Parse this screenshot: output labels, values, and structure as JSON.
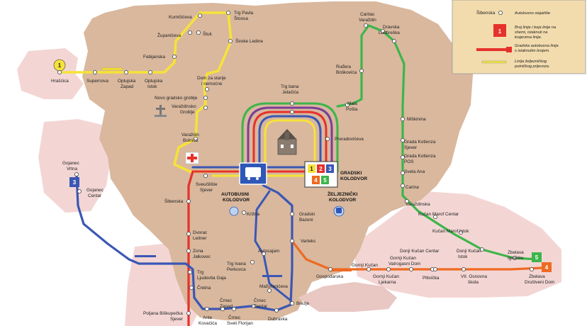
{
  "colors": {
    "background": "#ffffff",
    "urban": "#d9b89e",
    "zone": "#f3d6d4",
    "legend_bg": "#f2dcae",
    "yellow": "#f6e23a",
    "green": "#3db54a",
    "red": "#e6312b",
    "blue": "#3b57b4",
    "orange": "#ee6a22",
    "purple": "#7b3d97",
    "bus_blue": "#2e57b8"
  },
  "legend": {
    "stop_label": "Šibenska",
    "stop_desc": "Autobusno stajalište",
    "line_number": "1",
    "line_desc": "Broj linije i boja linije na shemi, istaknuti na krajevima linije.",
    "route_desc": "Gradska autobusna linija s istaknutim brojem.",
    "rail_desc": "Linija željezničkog putničkog prijevoza."
  },
  "terminus_badges": {
    "yellow": "1",
    "blue": "3",
    "green": "5",
    "orange": "4"
  },
  "hub_badges": [
    "1",
    "2",
    "3",
    "4",
    "5"
  ],
  "hubs": {
    "bus_station": [
      "AUTOBUSNI",
      "KOLODVOR"
    ],
    "city_station": [
      "GRADSKI",
      "KOLODVOR"
    ],
    "rail_station": [
      "ŽELJEZNIČKI",
      "KOLODVOR"
    ]
  },
  "stops": {
    "hrascica": "Hrašćica",
    "supernova": "Supernova",
    "optujska_zapad": [
      "Optujska",
      "Zapad"
    ],
    "optujska_istok": [
      "Optujska",
      "Istok"
    ],
    "fabijanska": "Fabijanska",
    "zupanciceva": "Županičeva",
    "kumiciceva": "Kumičićeva",
    "stuk": "Štuk",
    "trg_pavla": [
      "Trg Pavla",
      "Štoosa"
    ],
    "siroke_ledine": "Široke Ledine",
    "dom_za_starije": [
      "Dom za starije",
      "i nemoćne"
    ],
    "novo_groblje": "Novo gradsko groblje",
    "varazdinsko_groblje": [
      "Varaždinsko",
      "Groblje"
    ],
    "varazdin_bolnica": [
      "Varaždin",
      "Bolnica"
    ],
    "trg_bana": [
      "Trg bana",
      "Jelačića"
    ],
    "caritas": [
      "Caritas",
      "Varaždin"
    ],
    "dravska": "Dravska",
    "ludbreska": "Ludbreška",
    "ruđera": [
      "Ruđera",
      "Boškovića"
    ],
    "mala_posta": [
      "Mala",
      "Pošta"
    ],
    "preradoviceva": "Preradovićeva",
    "miskinina": "Miškinina",
    "grada_kotlenza_sjever": [
      "Grada Kotlenza",
      "Sjever"
    ],
    "grada_kotlenza_pos": [
      "Grada Kotlenza",
      "POS"
    ],
    "sveta_ana": "Sveta Ana",
    "carina": "Carina",
    "gojanec_vrtna": [
      "Gojanec",
      "Vrtna"
    ],
    "gojanec_centar": [
      "Gojanec",
      "Centar"
    ],
    "sveucilište": [
      "Sveučilište",
      "Sjever"
    ],
    "sibenska": "Šibenska",
    "krizna": "Križna",
    "gradski_bazeni": [
      "Gradski",
      "Bazeni"
    ],
    "varteks": "Varteks",
    "dvorac_leitner": [
      "Dvorac",
      "Leitner"
    ],
    "zona_jalkovec": [
      "Zona",
      "Jalkovec"
    ],
    "trg_ljudevita": [
      "Trg",
      "Ljudevita Gaja"
    ],
    "cretna": "Čretna",
    "trg_ivana": [
      "Trg Ivana",
      "Perkovca"
    ],
    "autosajam": "Autosajam",
    "mazuraniceva": "Mažuranićeva",
    "brezje": "Brezje",
    "gospodarska": "Gospodarska",
    "gornji_kucan": "Gornji Kučan",
    "gornji_kucan_ljekarna": [
      "Gornji Kučan",
      "Ljekarna"
    ],
    "gornji_kucan_vatrogasni": [
      "Gornji Kučan",
      "Vatrogasni Dom"
    ],
    "donji_kucan_centar": "Donji Kučan Centar",
    "plitvicka": "Plitvička",
    "vii_osnovna": [
      "VII. Osnovna",
      "škola"
    ],
    "donji_kucan_istok": [
      "Donji Kučan",
      "Istok"
    ],
    "zbelava_igraliste": [
      "Zbelava",
      "Igralište"
    ],
    "zbelava_drustveni": [
      "Zbelava",
      "Društveni Dom"
    ],
    "varazdinska": "Varaždinska",
    "kucan_marof_centar": "Kučan Marof Centar",
    "kucan_marof_istok": "Kučan Marof Istok",
    "poljana": [
      "Poljana Biškupečka",
      "Sjever"
    ],
    "ante_kovacica": [
      "Ante",
      "Kovačića"
    ],
    "crnec_zapad": [
      "Črnec",
      "Zapad"
    ],
    "crnec_sveti": [
      "Črnec",
      "Sveti Florijan"
    ],
    "crnec_centar": [
      "Črnec",
      "Centar"
    ],
    "dubravka": "Dubravka"
  }
}
